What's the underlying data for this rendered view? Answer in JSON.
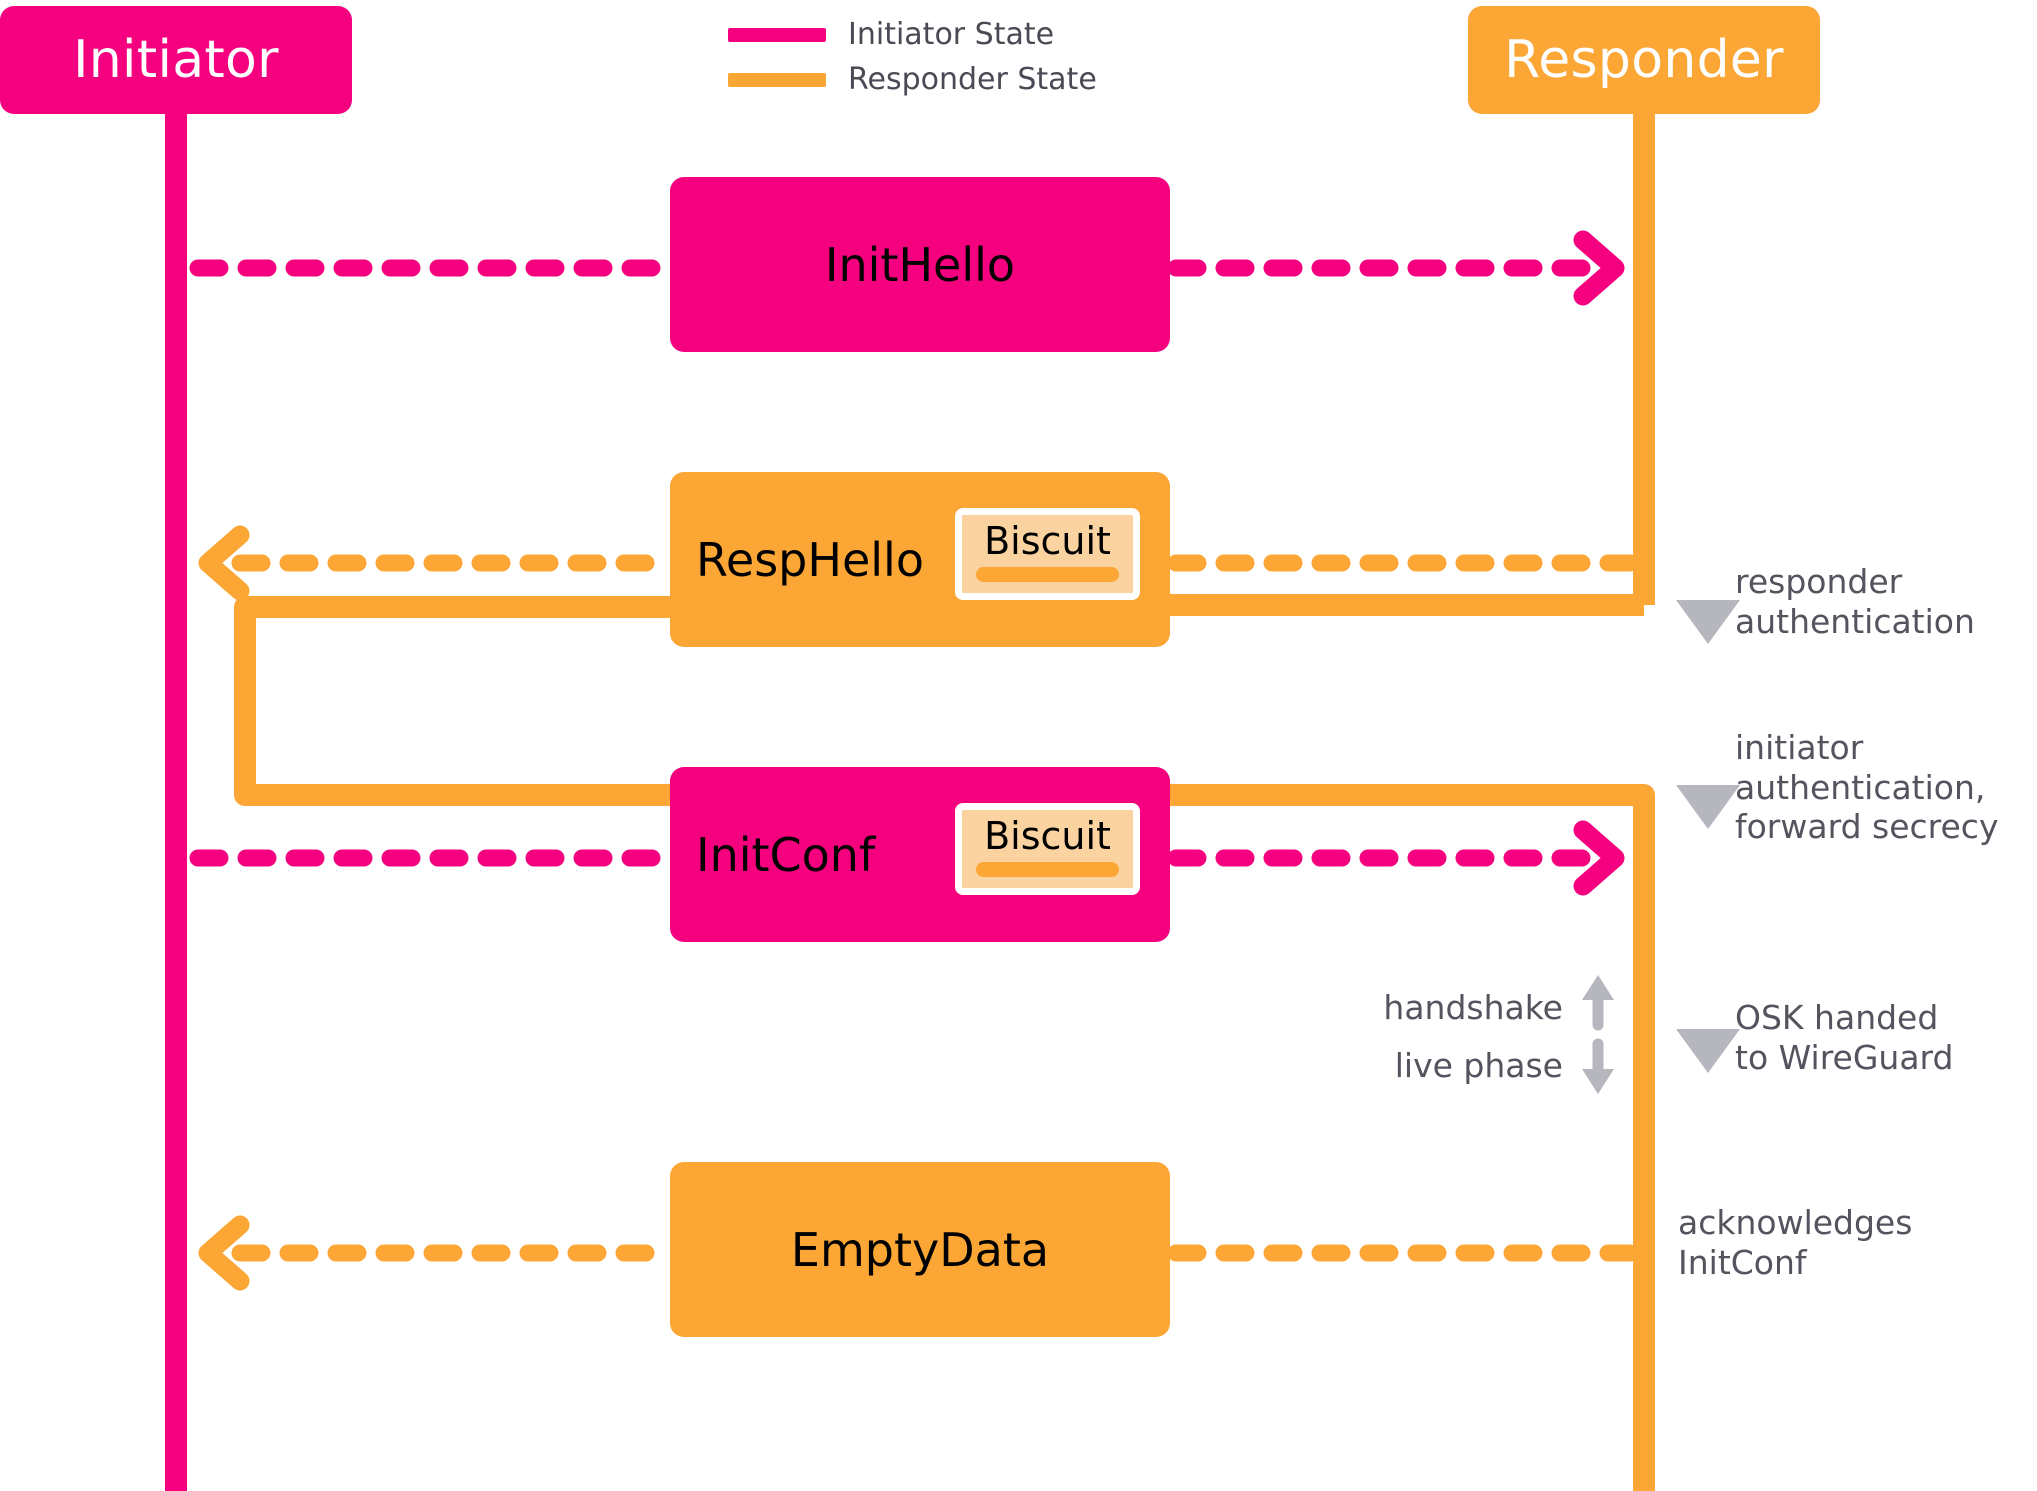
{
  "participants": {
    "initiator": {
      "label": "Initiator",
      "color": "#F5007F"
    },
    "responder": {
      "label": "Responder",
      "color": "#FBA635"
    }
  },
  "legend": {
    "items": [
      {
        "label": "Initiator State",
        "color": "#F5007F"
      },
      {
        "label": "Responder State",
        "color": "#FBA635"
      }
    ]
  },
  "messages": [
    {
      "id": "inithello",
      "label": "InitHello",
      "color": "#F5007F",
      "direction": "initiator-to-responder",
      "has_biscuit": false
    },
    {
      "id": "resphello",
      "label": "RespHello",
      "color": "#FBA635",
      "direction": "responder-to-initiator",
      "has_biscuit": true,
      "biscuit_label": "Biscuit"
    },
    {
      "id": "initconf",
      "label": "InitConf",
      "color": "#F5007F",
      "direction": "initiator-to-responder",
      "has_biscuit": true,
      "biscuit_label": "Biscuit"
    },
    {
      "id": "emptydata",
      "label": "EmptyData",
      "color": "#FBA635",
      "direction": "responder-to-initiator",
      "has_biscuit": false
    }
  ],
  "annotations": [
    {
      "id": "responder-auth",
      "text": "responder\nauthentication",
      "marker": "triangle-down"
    },
    {
      "id": "initiator-auth",
      "text": "initiator\nauthentication,\nforward secrecy",
      "marker": "triangle-down"
    },
    {
      "id": "osk",
      "text": "OSK handed\nto WireGuard",
      "marker": "triangle-down"
    },
    {
      "id": "ack",
      "text": "acknowledges\nInitConf",
      "marker": "none"
    }
  ],
  "phase_labels": {
    "handshake": "handshake",
    "handshake_arrow": "up-arrow",
    "live_phase": "live phase",
    "live_phase_arrow": "down-arrow"
  },
  "colors": {
    "pink": "#F5007F",
    "orange": "#FBA635",
    "biscuit_fill": "#FBD3A0",
    "annotation_text": "#54545F",
    "marker_gray": "#B6B6BE",
    "background": "#FFFFFF"
  }
}
